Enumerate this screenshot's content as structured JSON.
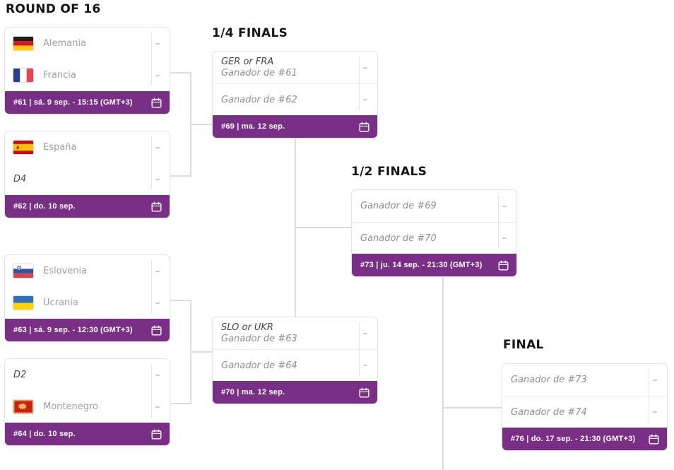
{
  "page": {
    "background": "#ffffff",
    "accent_purple": "#7a2f87",
    "connector_color": "#dcdcdc"
  },
  "icons": {
    "calendar": "calendar-icon"
  },
  "score_placeholder": "–",
  "round_titles": {
    "r16": "ROUND OF 16",
    "qf": "1/4 FINALS",
    "sf": "1/2 FINALS",
    "final": "FINAL"
  },
  "matches": {
    "m61": {
      "teams": [
        {
          "name": "Alemania",
          "flag": "germany"
        },
        {
          "name": "Francia",
          "flag": "france"
        }
      ],
      "footer": "#61 | sá. 9 sep. - 15:15 (GMT+3)"
    },
    "m62": {
      "teams": [
        {
          "name": "España",
          "flag": "spain"
        },
        {
          "name": "D4"
        }
      ],
      "footer": "#62 | do. 10 sep."
    },
    "m63": {
      "teams": [
        {
          "name": "Eslovenia",
          "flag": "slovenia"
        },
        {
          "name": "Ucrania",
          "flag": "ukraine"
        }
      ],
      "footer": "#63 | sá. 9 sep. - 12:30 (GMT+3)"
    },
    "m64": {
      "teams": [
        {
          "name": "D2"
        },
        {
          "name": "Montenegro",
          "flag": "montenegro"
        }
      ],
      "footer": "#64 | do. 10 sep."
    },
    "m69": {
      "teams": [
        {
          "line1": "GER or FRA",
          "line2": "Ganador de #61"
        },
        {
          "name": "Ganador de #62"
        }
      ],
      "footer": "#69 | ma. 12 sep."
    },
    "m70": {
      "teams": [
        {
          "line1": "SLO or UKR",
          "line2": "Ganador de #63"
        },
        {
          "name": "Ganador de #64"
        }
      ],
      "footer": "#70 | ma. 12 sep."
    },
    "m73": {
      "teams": [
        {
          "name": "Ganador de #69"
        },
        {
          "name": "Ganador de #70"
        }
      ],
      "footer": "#73 | ju. 14 sep. - 21:30 (GMT+3)"
    },
    "m76": {
      "teams": [
        {
          "name": "Ganador de #73"
        },
        {
          "name": "Ganador de #74"
        }
      ],
      "footer": "#76 | do. 17 sep. - 21:30 (GMT+3)"
    }
  }
}
